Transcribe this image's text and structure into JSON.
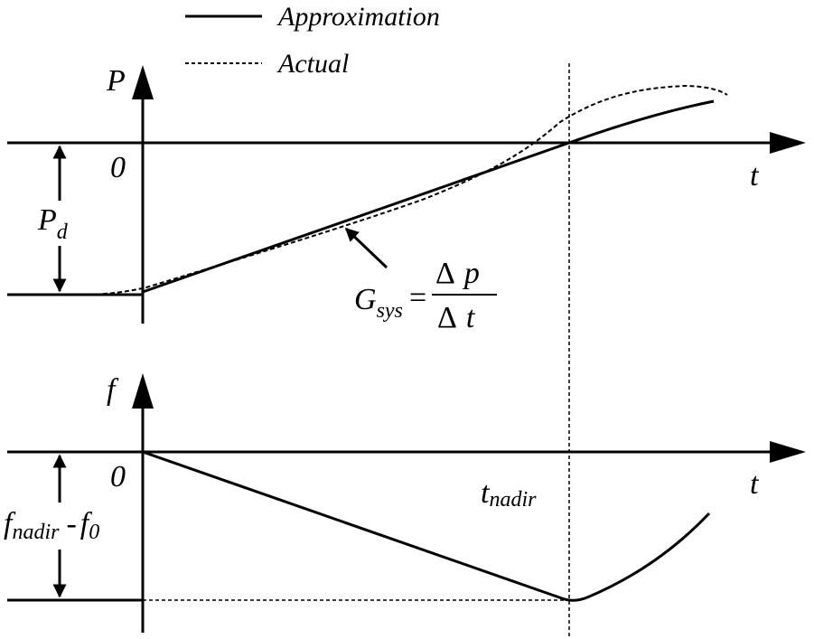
{
  "legend": {
    "approximation": "Approximation",
    "actual": "Actual"
  },
  "top_panel": {
    "y_axis": "P",
    "origin": "0",
    "x_axis": "t",
    "disturbance_main": "P",
    "disturbance_sub": "d",
    "slope_lhs_main": "G",
    "slope_lhs_sub": "sys",
    "slope_eq": "=",
    "slope_num_delta": "Δ",
    "slope_num_var": "p",
    "slope_den_delta": "Δ",
    "slope_den_var": "t"
  },
  "bottom_panel": {
    "y_axis": "f",
    "origin": "0",
    "x_axis": "t",
    "nadir_time_main": "t",
    "nadir_time_sub": "nadir",
    "deviation_main1": "f",
    "deviation_sub1": "nadir",
    "deviation_minus": "-",
    "deviation_main2": "f",
    "deviation_sub2": "0"
  },
  "colors": {
    "ink": "#000000",
    "background": "#ffffff"
  }
}
